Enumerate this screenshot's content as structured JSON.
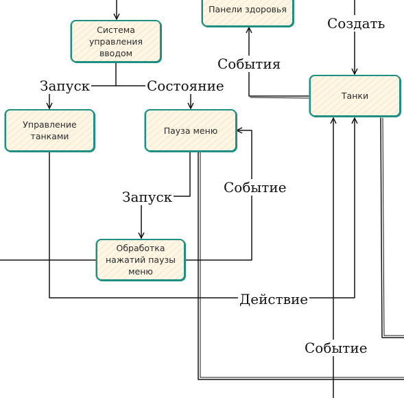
{
  "nodes": {
    "health": "Панели здоровья",
    "input": "Система управления вводом",
    "tanks": "Танки",
    "tank_control": "Управление танками",
    "pause_menu": "Пауза меню",
    "pause_handler": "Обработка нажатий паузы меню"
  },
  "labels": {
    "create": "Создать",
    "events_top": "События",
    "launch_left": "Запуск",
    "state": "Состояние",
    "event_right": "Событие",
    "launch_mid": "Запуск",
    "action": "Действие",
    "event_bottom": "Событие"
  },
  "colors": {
    "node_border": "#1e8f82",
    "node_fill": "#fdf6e6",
    "line": "#111111"
  }
}
